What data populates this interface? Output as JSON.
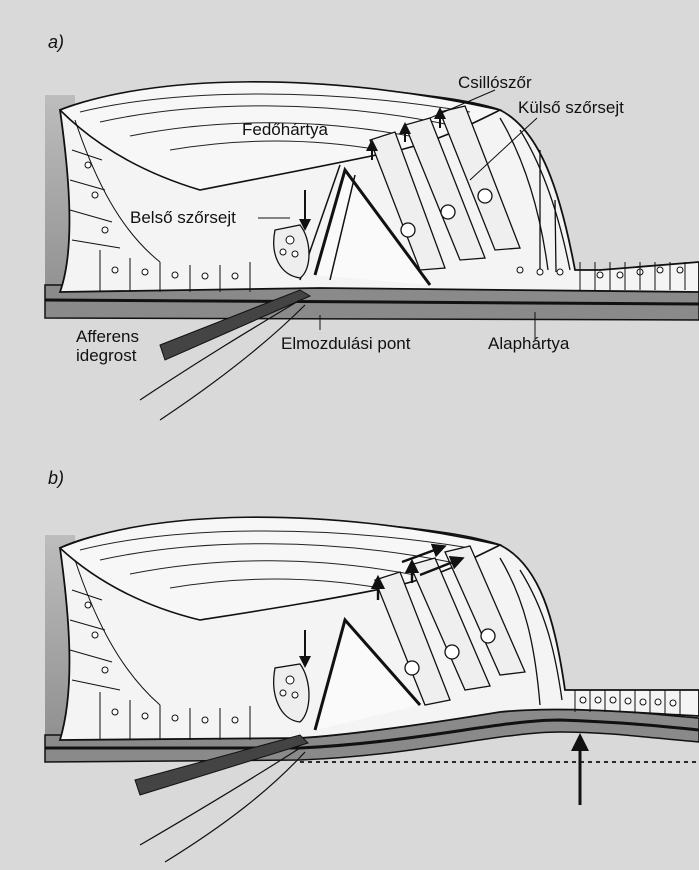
{
  "panel_a": {
    "letter": "a)",
    "labels": {
      "csilloszor": "Csillószőr",
      "kulso_szorsejt": "Külső szőrsejt",
      "fedohartya": "Fedőhártya",
      "belso_szorsejt": "Belső szőrsejt",
      "afferens_line1": "Afferens",
      "afferens_line2": "idegrost",
      "elmozdulasi_pont": "Elmozdulási pont",
      "alaphartya": "Alaphártya"
    }
  },
  "panel_b": {
    "letter": "b)"
  },
  "colors": {
    "background": "#d9d9d9",
    "tissue": "#f4f4f4",
    "ink": "#111111",
    "membrane": "#6e6e6e"
  }
}
